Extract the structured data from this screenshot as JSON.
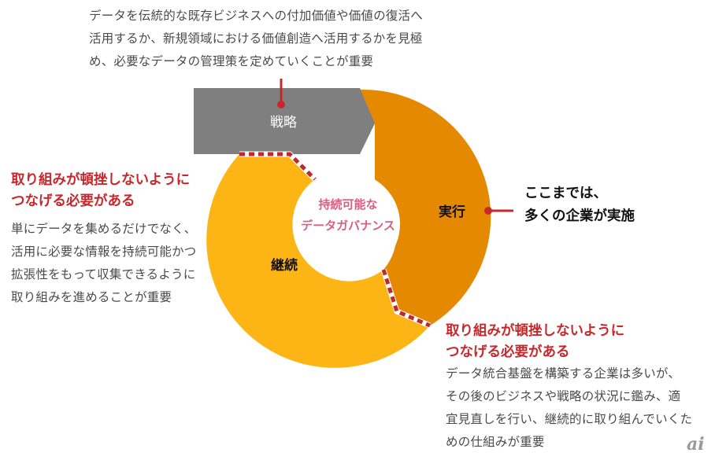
{
  "top_note": {
    "lines": [
      "データを伝統的な既存ビジネスへの付加価値や価値の復活へ",
      "活用するか、新規領域における価値創造へ活用するかを見極",
      "め、必要なデータの管理策を定めていくことが重要"
    ]
  },
  "segments": {
    "strategy": "戦略",
    "execution": "実行",
    "continuation": "継続"
  },
  "center": {
    "line1": "持続可能な",
    "line2": "データガバナンス"
  },
  "execution_callout": {
    "lines": [
      "ここまでは、",
      "多くの企業が実施"
    ]
  },
  "left_note": {
    "heading": [
      "取り組みが頓挫しないように",
      "つなげる必要がある"
    ],
    "lines": [
      "単にデータを集めるだけでなく、",
      "活用に必要な情報を持続可能かつ",
      "拡張性をもって収集できるように",
      "取り組みを進めることが重要"
    ]
  },
  "bottom_note": {
    "heading": [
      "取り組みが頓挫しないように",
      "つなげる必要がある"
    ],
    "lines": [
      "データ統合基盤を構築する企業は多いが、",
      "その後のビジネスや戦略の状況に鑑み、適",
      "宜見直しを行い、継続的に取り組んでいくた",
      "めの仕組みが重要"
    ]
  },
  "logo": "ai",
  "colors": {
    "strategy": "#7f7f7f",
    "execution": "#e58a00",
    "continuation": "#fdb515",
    "accent_red": "#c8282c",
    "center_text": "#d86080"
  }
}
